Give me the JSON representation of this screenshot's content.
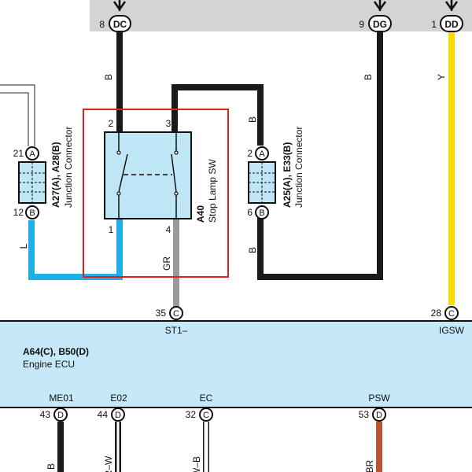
{
  "top_connectors": [
    {
      "pin": "8",
      "label": "DC"
    },
    {
      "pin": "9",
      "label": "DG"
    },
    {
      "pin": "1",
      "label": "DD"
    }
  ],
  "wires": {
    "dc_color": "B",
    "dg_color": "B",
    "dd_color": "Y",
    "a25_top_color": "B",
    "a25_bottom_color": "B",
    "left_color": "L",
    "gr_color": "GR",
    "me01_color": "B",
    "e02_color": "R–W",
    "ec_color": "W–B",
    "psw_color": "BR"
  },
  "switch": {
    "pin_a": "2",
    "pin_b": "3",
    "pin_c": "1",
    "pin_d": "4",
    "id": "A40",
    "name": "Stop Lamp SW"
  },
  "junction_left": {
    "top_pin": "21",
    "top_letter": "A",
    "bottom_pin": "12",
    "bottom_letter": "B",
    "id": "A27(A), A28(B)",
    "name": "Junction Connector"
  },
  "junction_right": {
    "top_pin": "2",
    "top_letter": "A",
    "bottom_pin": "6",
    "bottom_letter": "B",
    "id": "A25(A), E33(B)",
    "name": "Junction Connector"
  },
  "ecu_inputs": [
    {
      "pin": "35",
      "letter": "C",
      "signal": "ST1–"
    },
    {
      "pin": "28",
      "letter": "C",
      "signal": "IGSW"
    }
  ],
  "ecu": {
    "id": "A64(C), B50(D)",
    "name": "Engine ECU"
  },
  "ecu_outputs": [
    {
      "pin": "43",
      "letter": "D",
      "signal": "ME01"
    },
    {
      "pin": "44",
      "letter": "D",
      "signal": "E02"
    },
    {
      "pin": "32",
      "letter": "C",
      "signal": "EC"
    },
    {
      "pin": "53",
      "letter": "D",
      "signal": "PSW"
    }
  ],
  "colors": {
    "black_wire": "#1a1a1a",
    "yellow_wire": "#f6dc00",
    "blue_wire": "#1eaee8",
    "gray_wire": "#9a9a9a",
    "brown_wire": "#b5582d",
    "highlight_box": "#e02020",
    "component_fill": "#bfe6f7",
    "ecu_fill": "#c6e8f8",
    "top_bar": "#d4d4d4"
  }
}
